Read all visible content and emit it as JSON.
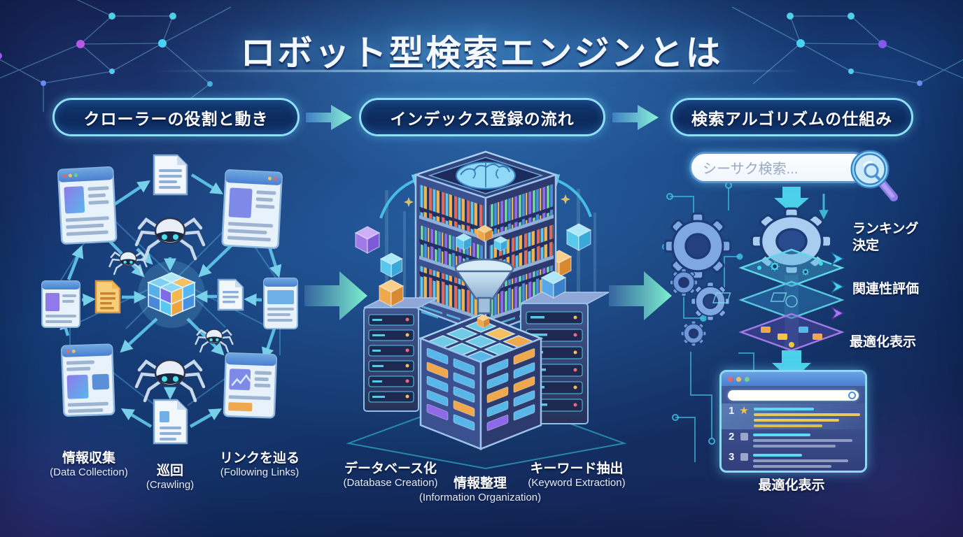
{
  "title": "ロボット型検索エンジンとは",
  "sections": [
    {
      "id": "crawler",
      "header": "クローラーの役割と動き",
      "labels": [
        {
          "jp": "情報収集",
          "en": "(Data Collection)"
        },
        {
          "jp": "巡回",
          "en": "(Crawling)"
        },
        {
          "jp": "リンクを辿る",
          "en": "(Following Links)"
        }
      ]
    },
    {
      "id": "indexing",
      "header": "インデックス登録の流れ",
      "labels": [
        {
          "jp": "データベース化",
          "en": "(Database Creation)"
        },
        {
          "jp": "情報整理",
          "en": "(Information Organization)"
        },
        {
          "jp": "キーワード抽出",
          "en": "(Keyword Extraction)"
        }
      ]
    },
    {
      "id": "algorithm",
      "header": "検索アルゴリズムの仕組み",
      "search": {
        "placeholder": "シーサク検索..."
      },
      "steps": [
        {
          "label": "ランキング決定"
        },
        {
          "label": "関連性評価"
        },
        {
          "label": "最適化表示"
        }
      ],
      "results": {
        "ranks": [
          "1",
          "2",
          "3"
        ]
      },
      "bottom_label": "最適化表示"
    }
  ],
  "colors": {
    "background_deep": "#131c46",
    "background_light": "#1c4f8e",
    "accent_cyan": "#7fe3f7",
    "arrow_start": "#3e7fc4",
    "arrow_end": "#8df3d8",
    "pill_border": "#8fe0f6",
    "highlight_orange": "#f0a84f",
    "star_gold": "#f5c542"
  }
}
